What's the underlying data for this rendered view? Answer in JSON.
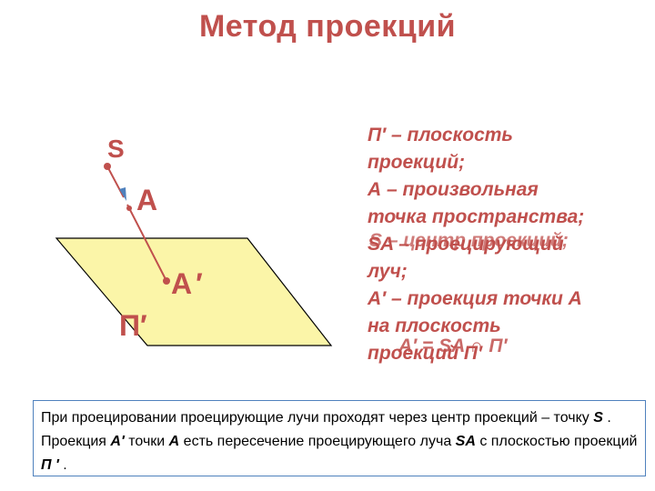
{
  "title": "Метод проекций",
  "diagram": {
    "label_s": "S",
    "label_a": "A",
    "label_a_prime": "A′",
    "label_plane": "П′",
    "colors": {
      "plane_fill": "#fbf5a8",
      "plane_stroke": "#000000",
      "ray": "#c0504d",
      "point": "#c0504d",
      "text": "#c0504d"
    }
  },
  "definitions": {
    "line1": "П′ – плоскость",
    "line2": "проекций;",
    "line3": "А – произвольная",
    "line4": "точка пространства;",
    "line5_hidden": "S – центр проекций;",
    "line5": "SA – проецирующий",
    "line6": "луч;",
    "line7": "A′ – проекция точки А",
    "line8": "на плоскость",
    "line9_overlay": "A′ = SA ∩ П′",
    "line9": "проекций П′"
  },
  "note": {
    "text1": "При проецировании проецирующие лучи проходят через центр проекций – точку ",
    "s": "S",
    "text2": " . Проекция ",
    "a_prime": "A′",
    "text3": " точки ",
    "a": "A",
    "text4": " есть пересечение проецирующего луча ",
    "sa": "SA",
    "text5": " с плоскостью проекций ",
    "pi": "П ′",
    "text6": " ."
  }
}
